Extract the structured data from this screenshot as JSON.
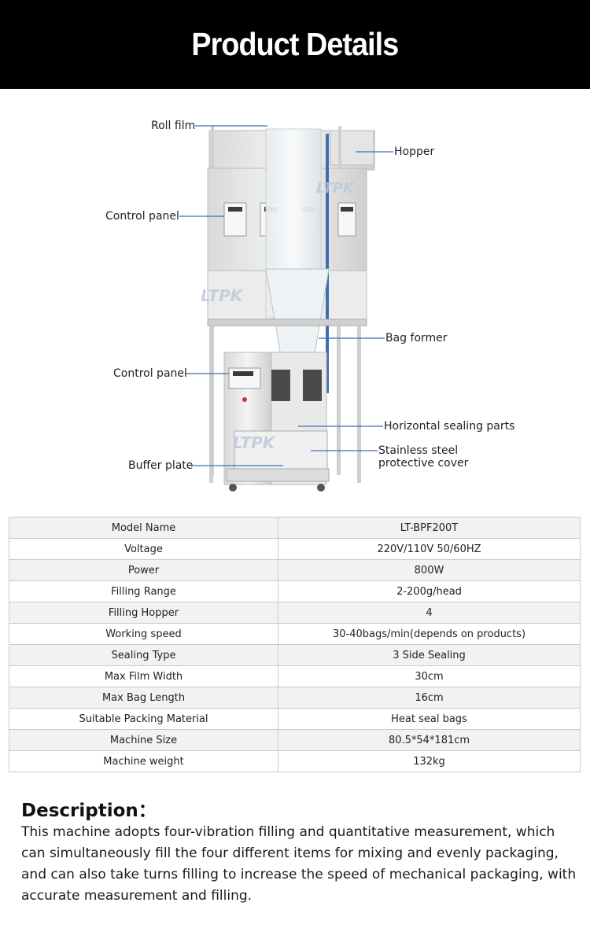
{
  "header": {
    "title": "Product Details"
  },
  "diagram": {
    "watermark": "LTPK",
    "labels": {
      "roll_film": "Roll film",
      "hopper": "Hopper",
      "control_panel_top": "Control panel",
      "bag_former": "Bag former",
      "control_panel_bottom": "Control panel",
      "horizontal_sealing": "Horizontal sealing parts",
      "stainless_cover": "Stainless steel protective cover",
      "buffer_plate": "Buffer plate"
    }
  },
  "specs": [
    {
      "name": "Model Name",
      "value": "LT-BPF200T"
    },
    {
      "name": "Voltage",
      "value": "220V/110V 50/60HZ"
    },
    {
      "name": "Power",
      "value": "800W"
    },
    {
      "name": "Filling Range",
      "value": "2-200g/head"
    },
    {
      "name": "Filling Hopper",
      "value": "4"
    },
    {
      "name": "Working speed",
      "value": "30-40bags/min(depends on products)"
    },
    {
      "name": "Sealing Type",
      "value": "3 Side Sealing"
    },
    {
      "name": "Max Film Width",
      "value": "30cm"
    },
    {
      "name": "Max Bag Length",
      "value": "16cm"
    },
    {
      "name": "Suitable Packing Material",
      "value": "Heat seal bags"
    },
    {
      "name": "Machine Size",
      "value": "80.5*54*181cm"
    },
    {
      "name": "Machine weight",
      "value": "132kg"
    }
  ],
  "description": {
    "title": "Description：",
    "body": "This machine adopts four-vibration filling and quantitative measurement, which can simultaneously fill the four different items for mixing and evenly packaging, and can also take turns filling to increase the speed of mechanical packaging, with accurate measurement and filling."
  },
  "colors": {
    "banner": "#000000",
    "label_line": "#3b6fb6",
    "row_alt": "#f2f2f2"
  }
}
